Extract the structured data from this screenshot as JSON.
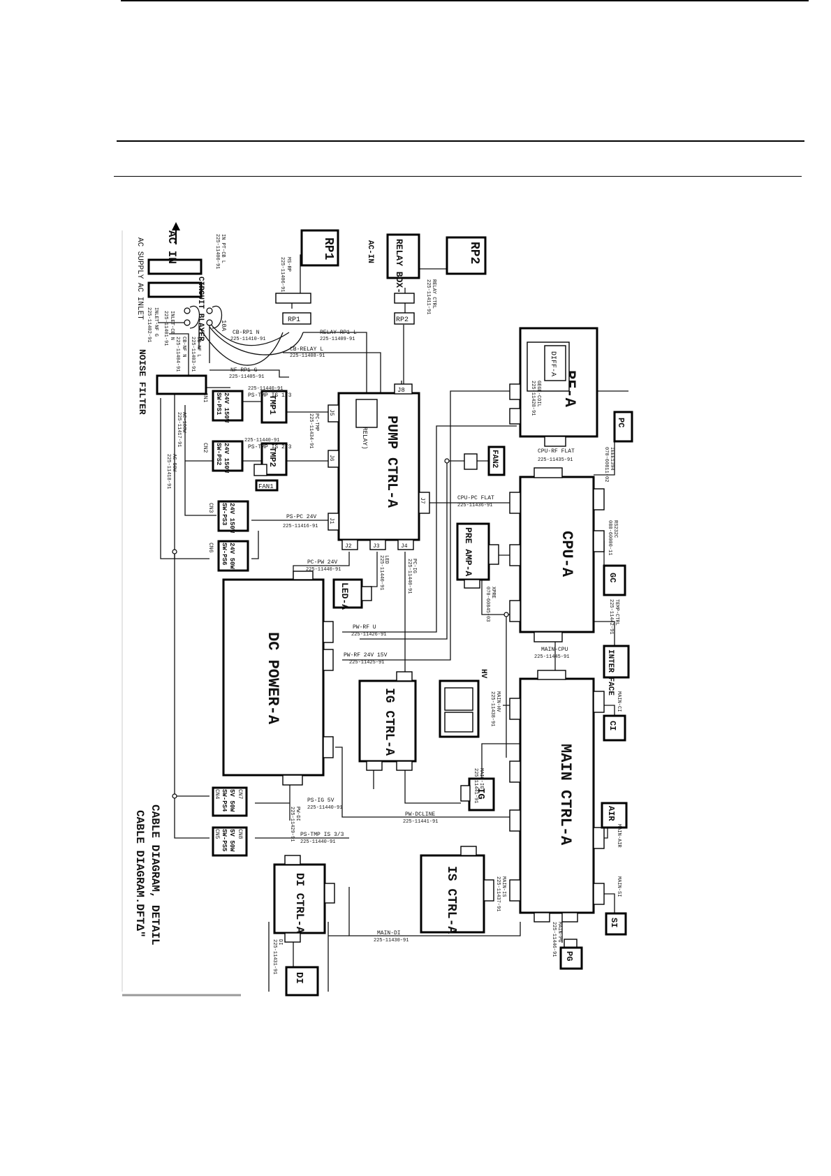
{
  "blocks": [
    {
      "id": "pump",
      "label": "PUMP CTRL-A",
      "sub": "KS(RELAY)"
    },
    {
      "id": "cpu",
      "label": "CPU-A"
    },
    {
      "id": "rf",
      "label": "RF-A",
      "sub": "DIFF-A"
    },
    {
      "id": "main",
      "label": "MAIN CTRL-A"
    },
    {
      "id": "dcpower",
      "label": "DC POWER-A"
    },
    {
      "id": "ig",
      "label": "IG CTRL-A"
    },
    {
      "id": "is",
      "label": "IS CTRL-A"
    },
    {
      "id": "di",
      "label": "DI CTRL-A"
    },
    {
      "id": "rp1",
      "label": "RP1"
    },
    {
      "id": "rp2",
      "label": "RP2"
    },
    {
      "id": "relaybox",
      "label": "RELAY BOX-A"
    },
    {
      "id": "tmp1",
      "label": "TMP1"
    },
    {
      "id": "tmp2",
      "label": "TMP2"
    },
    {
      "id": "fan1",
      "label": "FAN1"
    },
    {
      "id": "fan2",
      "label": "FAN2"
    },
    {
      "id": "led",
      "label": "LED-A"
    },
    {
      "id": "preamp",
      "label": "PRE AMP-A"
    },
    {
      "id": "pc",
      "label": "PC"
    },
    {
      "id": "gc",
      "label": "GC"
    },
    {
      "id": "interface",
      "label": "INTER FACE"
    },
    {
      "id": "ci",
      "label": "CI"
    },
    {
      "id": "air",
      "label": "AIR"
    },
    {
      "id": "si",
      "label": "SI"
    },
    {
      "id": "pg",
      "label": "PG"
    },
    {
      "id": "igsensor",
      "label": "IG"
    },
    {
      "id": "dib",
      "label": "DI"
    },
    {
      "id": "hv",
      "label": "HV"
    }
  ],
  "power_supplies": [
    {
      "id": "ps1",
      "lines": [
        "24V 150W",
        "SW-PS1"
      ],
      "cn": "CN1"
    },
    {
      "id": "ps2",
      "lines": [
        "24V 150W",
        "SW-PS2"
      ],
      "cn": "CN2"
    },
    {
      "id": "ps3",
      "lines": [
        "24V 150W",
        "SW-PS3"
      ],
      "cn": "CN3"
    },
    {
      "id": "ps6",
      "lines": [
        "24V 50W",
        "SW-PS6"
      ],
      "cn": "CN6"
    },
    {
      "id": "ps4",
      "lines": [
        "5V 50W",
        "SW-PS4"
      ],
      "cn": "CN4",
      "cn2": "CN7"
    },
    {
      "id": "ps5",
      "lines": [
        "5V 50W",
        "SW-PS5"
      ],
      "cn": "CN5",
      "cn2": "CN8"
    }
  ],
  "ac": {
    "in": "AC IN",
    "ac_in": "AC-IN",
    "supply": "AC SUPPLY",
    "inlet": "AC INLET",
    "noise_filter": "NOISE FILTER",
    "breaker": "CIRCUIT BLAYER",
    "breaker_rating": "10A"
  },
  "cables": [
    {
      "name": "IN PT-CB L",
      "part": "225-11400-91"
    },
    {
      "name": "INLET-NF G",
      "part": "225-11402-91"
    },
    {
      "name": "INLET-CB N",
      "part": "225-11401-91"
    },
    {
      "name": "CB-NF N",
      "part": "225-11404-91"
    },
    {
      "name": "CB-NF L",
      "part": "225-11403-91"
    },
    {
      "name": "CB-RP1 N",
      "part": "225-11410-91"
    },
    {
      "name": "RELAY-RP1 L",
      "part": "225-11409-91"
    },
    {
      "name": "CB-RELAY L",
      "part": "225-11408-91"
    },
    {
      "name": "NF-RP1 G",
      "part": "225-11405-91"
    },
    {
      "name": "MS-RP",
      "part": "225-11406-91"
    },
    {
      "name": "RELAY CTRL",
      "part": "225-11411-91"
    },
    {
      "name": "PS-TMP IS 1/3",
      "part": "225-11440-91"
    },
    {
      "name": "PC-TMP",
      "part": "225-11434-91"
    },
    {
      "name": "PS-TMP IS 2/3",
      "part": "225-11440-91"
    },
    {
      "name": "PS-PC 24V",
      "part": "225-11416-91"
    },
    {
      "name": "AC-100W",
      "part": "225-11417-91"
    },
    {
      "name": "AC-50W",
      "part": "225-11418-91"
    },
    {
      "name": "PC-PW 24V",
      "part": "225-11440-91"
    },
    {
      "name": "LED",
      "part": "225-11440-91"
    },
    {
      "name": "PC-IG",
      "part": "225-11440-91"
    },
    {
      "name": "PW-RF U",
      "part": "225-11426-91"
    },
    {
      "name": "PW-RF 24V 15V",
      "part": "225-11425-91"
    },
    {
      "name": "CPU-PC FLAT",
      "part": "225-11436-91"
    },
    {
      "name": "CPU-RF FLAT",
      "part": "225-11435-91"
    },
    {
      "name": "GEGE-COIL",
      "part": "225-11428-91"
    },
    {
      "name": "IEEE1394",
      "part": "070-60811-02"
    },
    {
      "name": "RS232C",
      "part": "088-60000-11"
    },
    {
      "name": "TEMP-CTRL",
      "part": "225-11442-91"
    },
    {
      "name": "XPRE",
      "part": "070-60845-03"
    },
    {
      "name": "MAIN-CPU",
      "part": "225-11445-91"
    },
    {
      "name": "MAIN-HV",
      "part": "225-11438-91"
    },
    {
      "name": "MAIN-CI",
      "part": ""
    },
    {
      "name": "MAIN-IG",
      "part": "225-11441-91"
    },
    {
      "name": "MAIN-AIR",
      "part": ""
    },
    {
      "name": "MAIN-IS",
      "part": "225-11437-91"
    },
    {
      "name": "MAIN-SI",
      "part": ""
    },
    {
      "name": "MAIN-PG",
      "part": "225-11446-91"
    },
    {
      "name": "MAIN-DI",
      "part": "225-11430-91"
    },
    {
      "name": "PS-IG 5V",
      "part": "225-11440-91"
    },
    {
      "name": "PW-DI",
      "part": "225-11429-91"
    },
    {
      "name": "PW-DCLINE",
      "part": "225-11441-91"
    },
    {
      "name": "PS-TMP IS 3/3",
      "part": "225-11440-91"
    },
    {
      "name": "DI",
      "part": "225-11431-91"
    }
  ],
  "connectors": {
    "rp1": "RP1",
    "rp2": "RP2",
    "j8": "J8",
    "j5": "J5",
    "j6": "J6",
    "j7": "J7",
    "j1": "J1",
    "j2": "J2",
    "j3": "J3",
    "j4": "J4"
  },
  "footer": {
    "line1": "CABLE DIAGRAM, DETAIL",
    "line2": "CABLE DIAGRAM.DFTΔ\""
  }
}
